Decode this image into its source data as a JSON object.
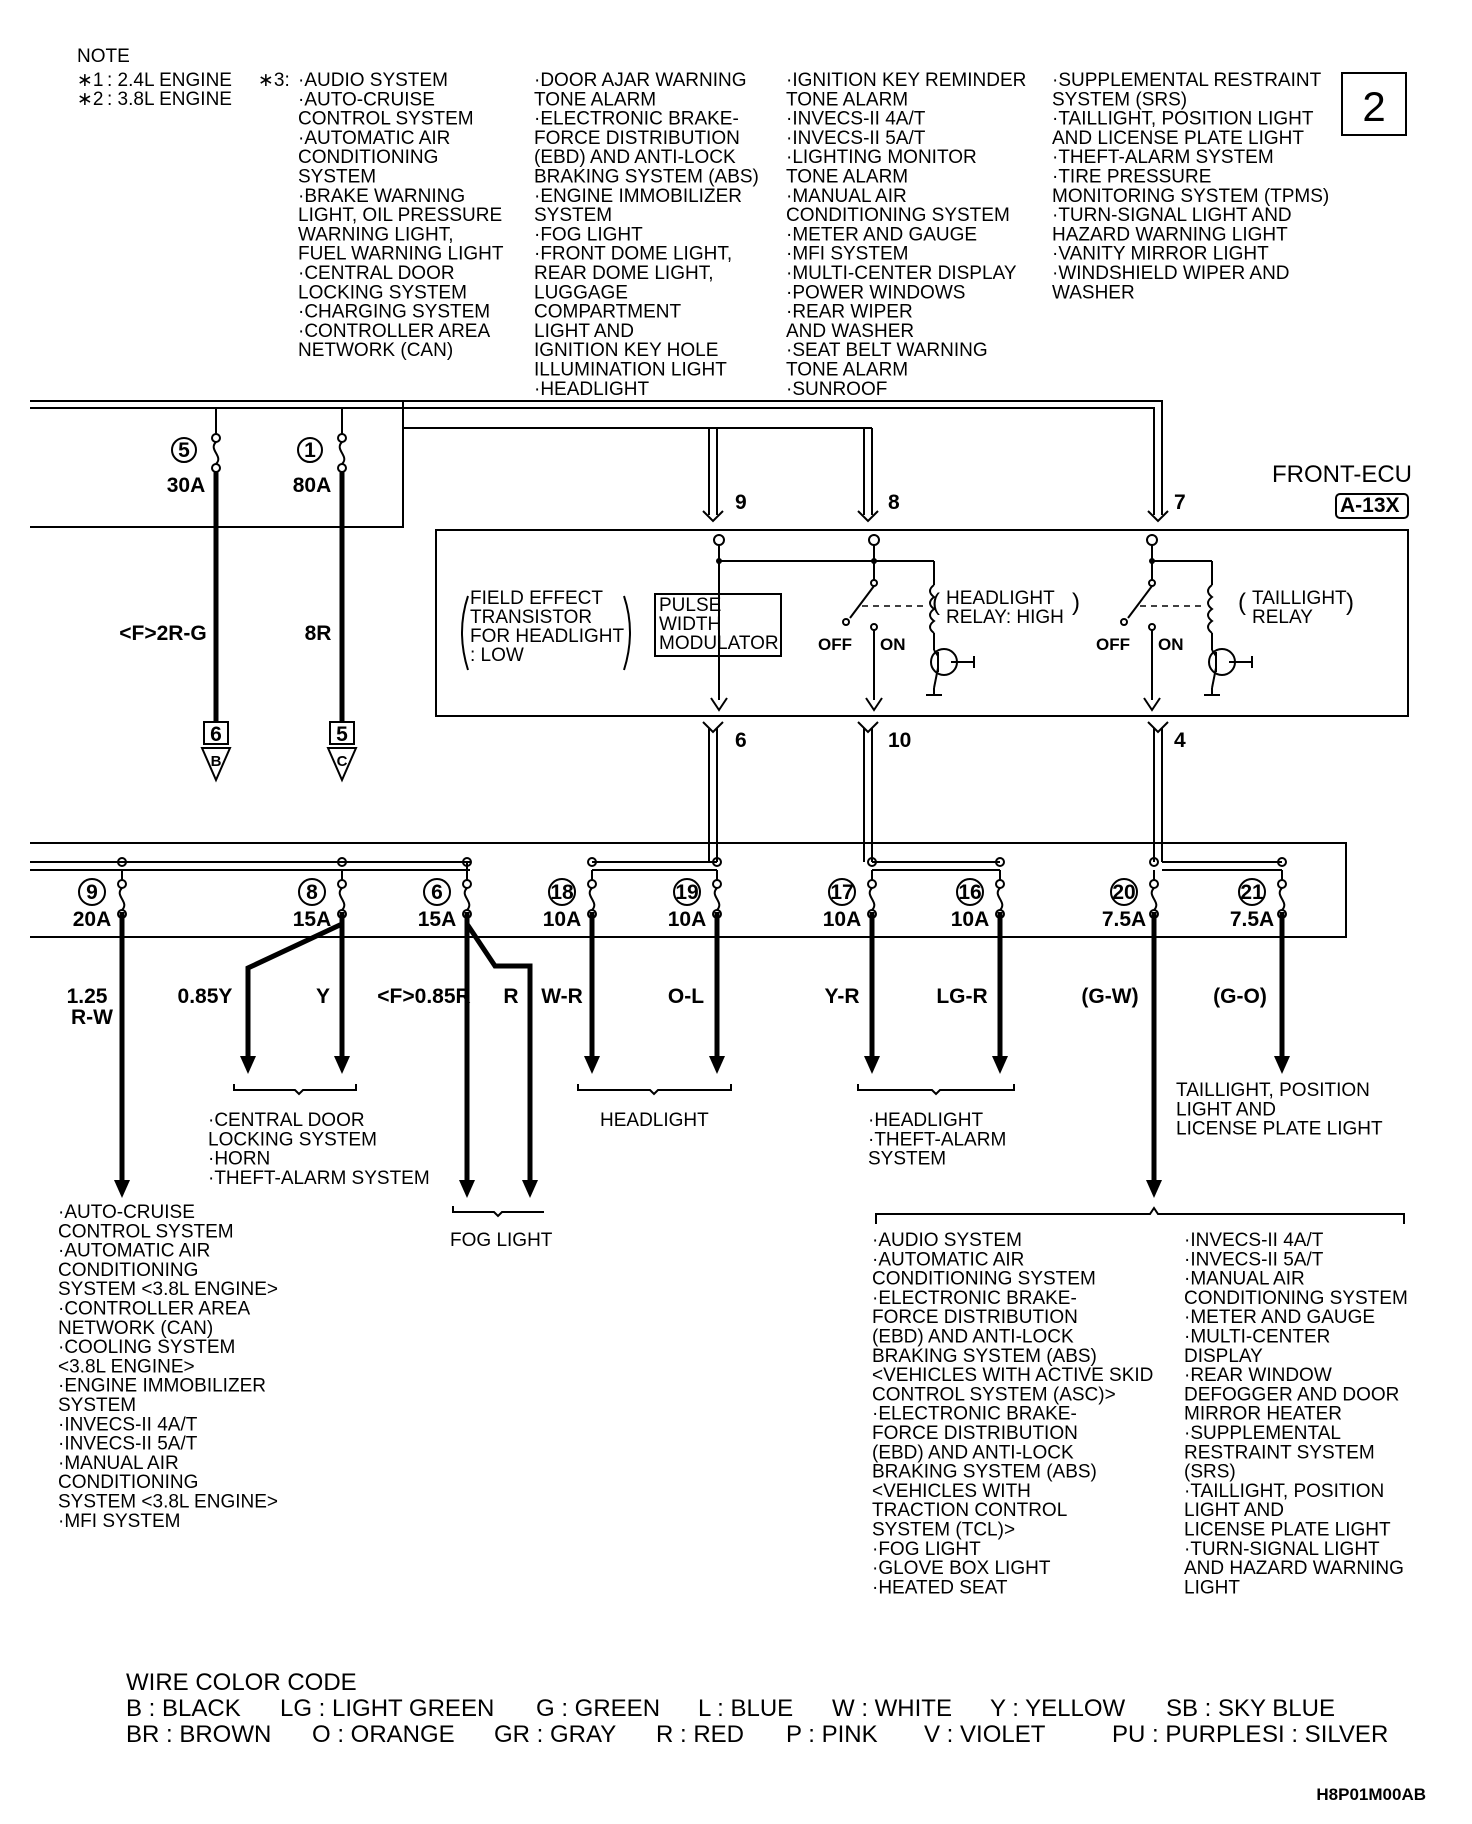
{
  "page_number": "2",
  "diagram_id": "H8P01M00AB",
  "note": {
    "title": "NOTE",
    "items": [
      {
        "mark": "∗1",
        "text": ": 2.4L ENGINE"
      },
      {
        "mark": "∗2",
        "text": ": 3.8L ENGINE"
      }
    ],
    "mark3": "∗3:",
    "columns": [
      [
        "·AUDIO SYSTEM",
        "·AUTO-CRUISE",
        " CONTROL SYSTEM",
        "·AUTOMATIC AIR",
        " CONDITIONING",
        " SYSTEM",
        "·BRAKE WARNING",
        " LIGHT, OIL PRESSURE",
        " WARNING LIGHT,",
        " FUEL WARNING LIGHT",
        "·CENTRAL DOOR",
        " LOCKING SYSTEM",
        "·CHARGING SYSTEM",
        "·CONTROLLER AREA",
        " NETWORK (CAN)"
      ],
      [
        "·DOOR AJAR WARNING",
        " TONE ALARM",
        "·ELECTRONIC BRAKE-",
        " FORCE DISTRIBUTION",
        " (EBD) AND ANTI-LOCK",
        " BRAKING SYSTEM (ABS)",
        "·ENGINE IMMOBILIZER",
        " SYSTEM",
        "·FOG LIGHT",
        "·FRONT DOME LIGHT,",
        " REAR DOME LIGHT,",
        " LUGGAGE",
        " COMPARTMENT",
        " LIGHT AND",
        " IGNITION KEY HOLE",
        " ILLUMINATION LIGHT",
        "·HEADLIGHT"
      ],
      [
        "·IGNITION KEY REMINDER",
        " TONE ALARM",
        "·INVECS-II 4A/T",
        "·INVECS-II 5A/T",
        "·LIGHTING MONITOR",
        " TONE ALARM",
        "·MANUAL AIR",
        " CONDITIONING SYSTEM",
        "·METER AND GAUGE",
        "·MFI SYSTEM",
        "·MULTI-CENTER DISPLAY",
        "·POWER WINDOWS",
        "·REAR WIPER",
        " AND WASHER",
        "·SEAT BELT WARNING",
        " TONE ALARM",
        "·SUNROOF"
      ],
      [
        "·SUPPLEMENTAL RESTRAINT",
        " SYSTEM (SRS)",
        "·TAILLIGHT, POSITION LIGHT",
        " AND LICENSE PLATE LIGHT",
        "·THEFT-ALARM SYSTEM",
        "·TIRE PRESSURE",
        " MONITORING SYSTEM (TPMS)",
        "·TURN-SIGNAL LIGHT AND",
        " HAZARD WARNING LIGHT",
        "·VANITY MIRROR LIGHT",
        "·WINDSHIELD WIPER AND",
        " WASHER"
      ]
    ]
  },
  "top_fuses": [
    {
      "num": "5",
      "rating": "30A",
      "wire": "<F>2R-G",
      "connector": "6",
      "dest": "B"
    },
    {
      "num": "1",
      "rating": "80A",
      "wire": "8R",
      "connector": "5",
      "dest": "C"
    }
  ],
  "ecu": {
    "name": "FRONT-ECU",
    "connector": "A-13X",
    "in_pins": [
      "9",
      "8",
      "7"
    ],
    "out_pins": [
      "6",
      "10",
      "4"
    ],
    "fet_label": [
      "FIELD EFFECT",
      "TRANSISTOR",
      "FOR HEADLIGHT",
      ": LOW"
    ],
    "pwm_label": [
      "PULSE",
      "WIDTH",
      "MODULATOR"
    ],
    "hl_relay": [
      "HEADLIGHT",
      "RELAY: HIGH"
    ],
    "tl_relay": [
      "TAILLIGHT",
      "RELAY"
    ],
    "off": "OFF",
    "on": "ON"
  },
  "bottom_fuses": [
    {
      "num": "9",
      "rating": "20A",
      "wire": [
        "1.25",
        "R-W"
      ]
    },
    {
      "num": "8",
      "rating": "15A",
      "wire": [
        "0.85Y",
        "Y"
      ]
    },
    {
      "num": "6",
      "rating": "15A",
      "wire": [
        "<F>0.85R",
        "R"
      ]
    },
    {
      "num": "18",
      "rating": "10A",
      "wire": [
        "W-R"
      ]
    },
    {
      "num": "19",
      "rating": "10A",
      "wire": [
        "O-L"
      ]
    },
    {
      "num": "17",
      "rating": "10A",
      "wire": [
        "Y-R"
      ]
    },
    {
      "num": "16",
      "rating": "10A",
      "wire": [
        "LG-R"
      ]
    },
    {
      "num": "20",
      "rating": "7.5A",
      "wire": [
        "(G-W)"
      ]
    },
    {
      "num": "21",
      "rating": "7.5A",
      "wire": [
        "(G-O)"
      ]
    }
  ],
  "destinations": {
    "central_door": [
      "·CENTRAL DOOR",
      " LOCKING SYSTEM",
      "·HORN",
      "·THEFT-ALARM SYSTEM"
    ],
    "headlight": "HEADLIGHT",
    "headlight_theft": [
      "·HEADLIGHT",
      "·THEFT-ALARM",
      " SYSTEM"
    ],
    "taillight": [
      "TAILLIGHT, POSITION",
      "LIGHT AND",
      "LICENSE PLATE LIGHT"
    ],
    "fog": "FOG LIGHT",
    "fuse9": [
      "·AUTO-CRUISE",
      " CONTROL SYSTEM",
      "·AUTOMATIC AIR",
      " CONDITIONING",
      " SYSTEM <3.8L ENGINE>",
      "·CONTROLLER AREA",
      " NETWORK (CAN)",
      "·COOLING SYSTEM",
      " <3.8L ENGINE>",
      "·ENGINE IMMOBILIZER",
      " SYSTEM",
      "·INVECS-II 4A/T",
      "·INVECS-II 5A/T",
      "·MANUAL AIR",
      " CONDITIONING",
      " SYSTEM <3.8L ENGINE>",
      "·MFI SYSTEM"
    ],
    "fuse20_left": [
      "·AUDIO SYSTEM",
      "·AUTOMATIC AIR",
      " CONDITIONING SYSTEM",
      "·ELECTRONIC BRAKE-",
      " FORCE DISTRIBUTION",
      " (EBD) AND ANTI-LOCK",
      " BRAKING SYSTEM (ABS)",
      " <VEHICLES WITH ACTIVE SKID",
      " CONTROL SYSTEM (ASC)>",
      "·ELECTRONIC BRAKE-",
      " FORCE DISTRIBUTION",
      " (EBD) AND ANTI-LOCK",
      " BRAKING SYSTEM (ABS)",
      " <VEHICLES WITH",
      " TRACTION CONTROL",
      " SYSTEM (TCL)>",
      "·FOG LIGHT",
      "·GLOVE BOX LIGHT",
      "·HEATED SEAT"
    ],
    "fuse20_right": [
      "·INVECS-II 4A/T",
      "·INVECS-II 5A/T",
      "·MANUAL AIR",
      " CONDITIONING SYSTEM",
      "·METER AND GAUGE",
      "·MULTI-CENTER",
      " DISPLAY",
      "·REAR WINDOW",
      " DEFOGGER AND DOOR",
      " MIRROR HEATER",
      "·SUPPLEMENTAL",
      " RESTRAINT SYSTEM",
      " (SRS)",
      "·TAILLIGHT, POSITION",
      " LIGHT AND",
      " LICENSE PLATE LIGHT",
      "·TURN-SIGNAL LIGHT",
      " AND HAZARD WARNING",
      " LIGHT"
    ]
  },
  "wire_color_code": {
    "title": "WIRE COLOR CODE",
    "row1": [
      "B : BLACK",
      "LG : LIGHT GREEN",
      "G : GREEN",
      "L : BLUE",
      "W : WHITE",
      "Y : YELLOW",
      "SB : SKY BLUE"
    ],
    "row2": [
      "BR : BROWN",
      "O : ORANGE",
      "GR : GRAY",
      "R : RED",
      "P : PINK",
      "V : VIOLET",
      "PU : PURPLE",
      "SI : SILVER"
    ]
  }
}
